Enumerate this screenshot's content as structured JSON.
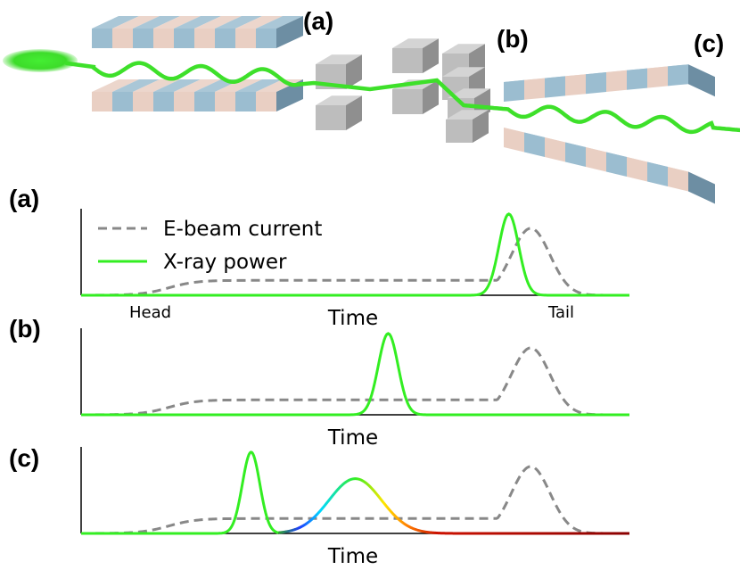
{
  "diagram": {
    "labels": {
      "a": "(a)",
      "b": "(b)",
      "c": "(c)"
    }
  },
  "chart_data": [
    {
      "type": "line",
      "panel_label": "(a)",
      "xlabel": "Time",
      "annotations": [
        "Head",
        "Tail"
      ],
      "legend": [
        {
          "name": "E-beam current",
          "style": "dashed",
          "color": "#808080"
        },
        {
          "name": "X-ray power",
          "style": "solid",
          "color": "#33ee22"
        }
      ],
      "xlim": [
        0,
        1
      ],
      "ylim": [
        0,
        1
      ],
      "current": {
        "plateau": 0.18,
        "peak_center": 0.82,
        "peak_height": 0.78
      },
      "xray": {
        "center": 0.78,
        "width": 0.018,
        "height": 0.98
      }
    },
    {
      "type": "line",
      "panel_label": "(b)",
      "xlabel": "Time",
      "xlim": [
        0,
        1
      ],
      "ylim": [
        0,
        1
      ],
      "current": {
        "plateau": 0.18,
        "peak_center": 0.82,
        "peak_height": 0.78
      },
      "xray": {
        "center": 0.56,
        "width": 0.018,
        "height": 0.98
      }
    },
    {
      "type": "line",
      "panel_label": "(c)",
      "xlabel": "Time",
      "xlim": [
        0,
        1
      ],
      "ylim": [
        0,
        1
      ],
      "current": {
        "plateau": 0.18,
        "peak_center": 0.82,
        "peak_height": 0.78
      },
      "xray_pulses": [
        {
          "center": 0.31,
          "width": 0.016,
          "height": 0.98
        },
        {
          "center": 0.5,
          "width": 0.048,
          "height": 0.66
        }
      ],
      "colors": [
        "#33ee22",
        "#00d9ff",
        "#1e3cff",
        "#ffe600",
        "#ff7a00",
        "#cc1100",
        "#8a0000"
      ]
    }
  ]
}
